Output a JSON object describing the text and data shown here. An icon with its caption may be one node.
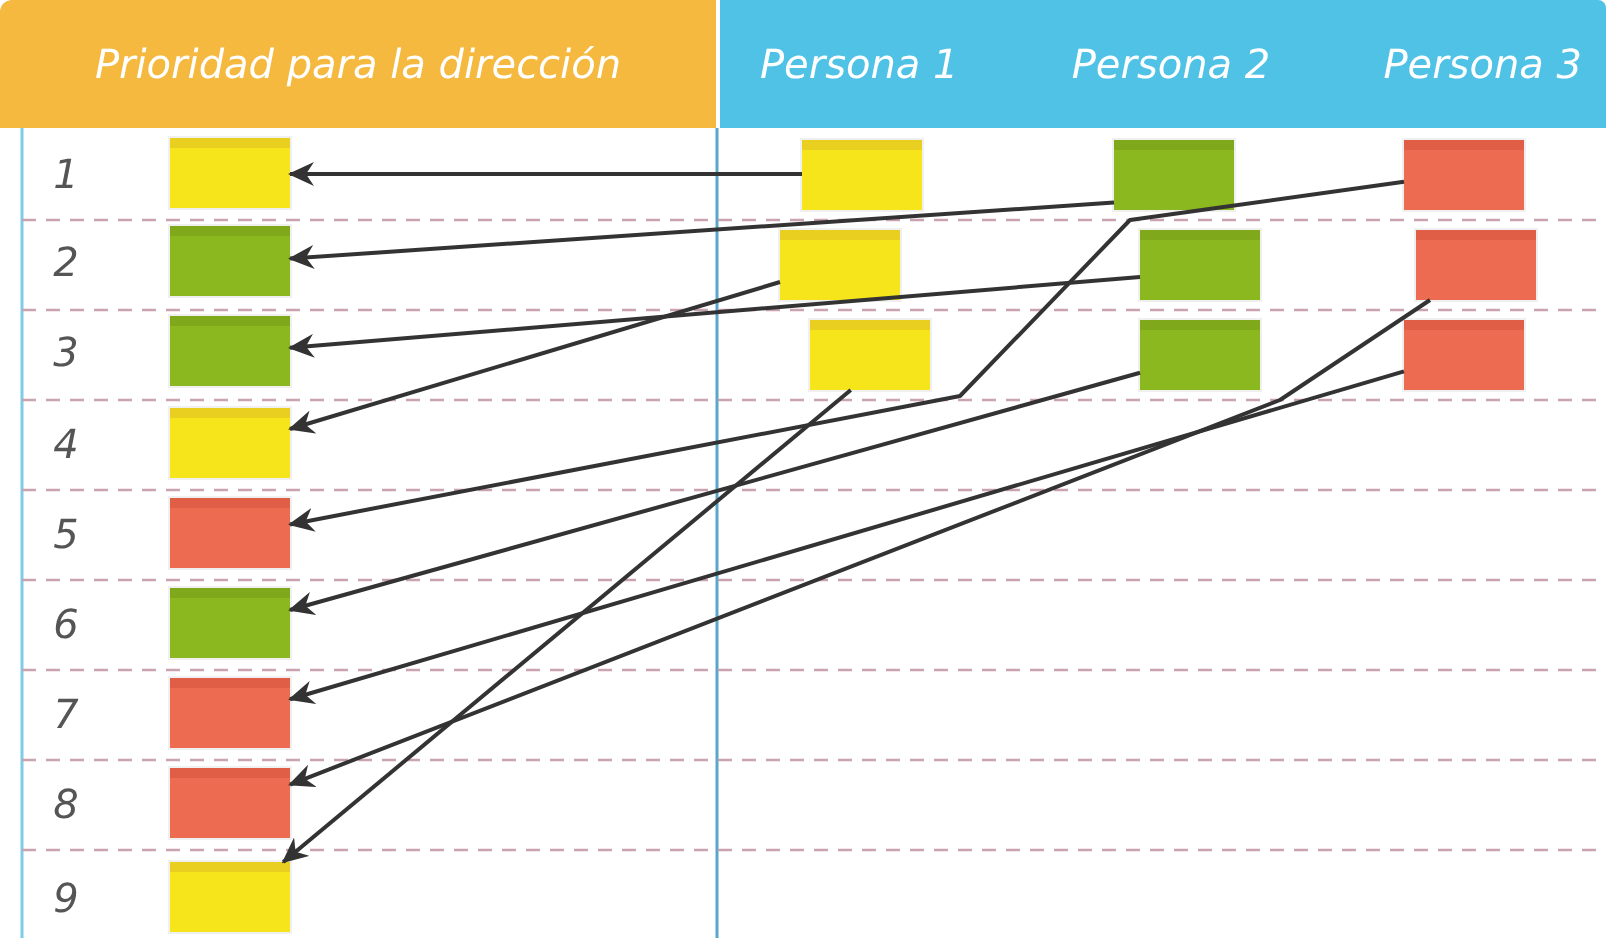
{
  "diagram": {
    "nodes": [
      {
        "text": [
          "Prioridad para la dirección"
        ]
      },
      {
        "text": [
          "Persona 1",
          "Persona 2",
          "Persona 3"
        ]
      },
      {
        "text": [],
        "shape": "box"
      },
      {
        "text": [],
        "shape": "box"
      },
      {
        "text": [],
        "shape": "box"
      },
      {
        "text": [],
        "shape": "box"
      },
      {
        "text": [],
        "shape": "box"
      },
      {
        "text": [],
        "shape": "box"
      },
      {
        "text": [],
        "shape": "box"
      },
      {
        "text": [],
        "shape": "box"
      },
      {
        "text": [],
        "shape": "box"
      },
      {
        "text": [],
        "shape": "box"
      },
      {
        "text": [],
        "shape": "box"
      },
      {
        "text": [],
        "shape": "box"
      },
      {
        "text": [],
        "shape": "box"
      },
      {
        "text": [],
        "shape": "box"
      },
      {
        "text": [],
        "shape": "box"
      },
      {
        "text": [],
        "shape": "box"
      },
      {
        "text": [],
        "shape": "box"
      },
      {
        "text": [],
        "shape": "box"
      }
    ],
    "edges": [
      {
        "from": 11,
        "to": 2,
        "arrow": "to"
      },
      {
        "from": 12,
        "to": 3,
        "arrow": "to"
      },
      {
        "from": 13,
        "to": 6,
        "arrow": "to"
      },
      {
        "from": 14,
        "to": 5,
        "arrow": "to"
      },
      {
        "from": 15,
        "to": 4,
        "arrow": "to"
      },
      {
        "from": 16,
        "to": 9,
        "arrow": "to"
      },
      {
        "from": 17,
        "to": 10,
        "arrow": "to"
      },
      {
        "from": 18,
        "to": 7,
        "arrow": "to"
      },
      {
        "from": 19,
        "to": 8,
        "arrow": "to"
      }
    ],
    "labels": [
      "1",
      "2",
      "3",
      "4",
      "5",
      "6",
      "7",
      "8",
      "9"
    ]
  }
}
